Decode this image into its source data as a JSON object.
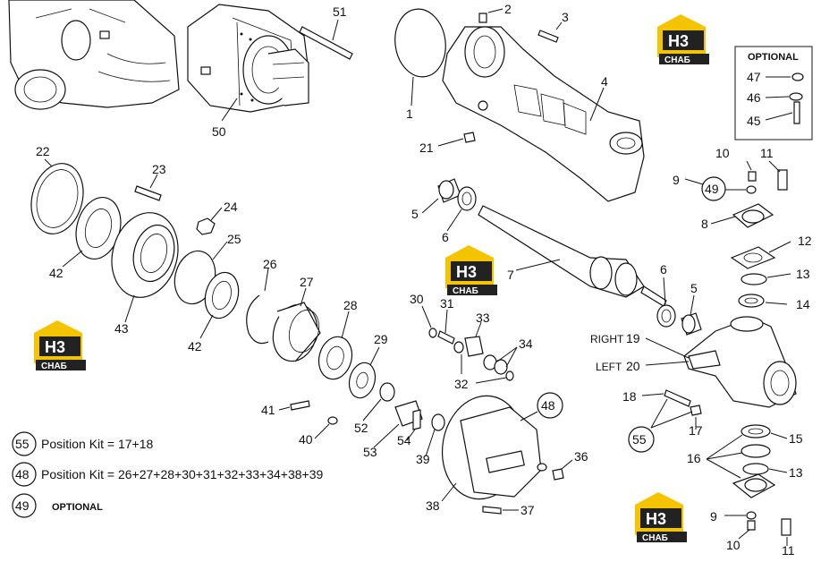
{
  "callouts": {
    "n1": "1",
    "n2": "2",
    "n3": "3",
    "n4": "4",
    "n5a": "5",
    "n5b": "5",
    "n6a": "6",
    "n6b": "6",
    "n7": "7",
    "n8": "8",
    "n9a": "9",
    "n9b": "9",
    "n10a": "10",
    "n10b": "10",
    "n11a": "11",
    "n11b": "11",
    "n12": "12",
    "n13a": "13",
    "n13b": "13",
    "n14": "14",
    "n15": "15",
    "n16": "16",
    "n17": "17",
    "n18": "18",
    "n19": "19",
    "n20": "20",
    "n21": "21",
    "n22": "22",
    "n23": "23",
    "n24": "24",
    "n25": "25",
    "n26": "26",
    "n27": "27",
    "n28": "28",
    "n29": "29",
    "n30": "30",
    "n31": "31",
    "n32": "32",
    "n33": "33",
    "n34": "34",
    "n36": "36",
    "n37": "37",
    "n38": "38",
    "n39": "39",
    "n40": "40",
    "n41": "41",
    "n42a": "42",
    "n42b": "42",
    "n43": "43",
    "n45": "45",
    "n46": "46",
    "n47": "47",
    "n48": "48",
    "n49": "49",
    "n50": "50",
    "n51": "51",
    "n52": "52",
    "n53": "53",
    "n54": "54",
    "n55": "55"
  },
  "side_labels": {
    "right": "RIGHT",
    "left": "LEFT"
  },
  "optional_box": {
    "title": "OPTIONAL"
  },
  "legend": {
    "k55_num": "55",
    "k55_text": "Position Kit = 17+18",
    "k48_num": "48",
    "k48_text": "Position Kit = 26+27+28+30+31+32+33+34+38+39",
    "k49_num": "49",
    "k49_text": "OPTIONAL"
  },
  "logo": {
    "letters": "H3",
    "sub": "СНАБ",
    "color_yellow": "#f5c400",
    "color_dark": "#222222"
  }
}
